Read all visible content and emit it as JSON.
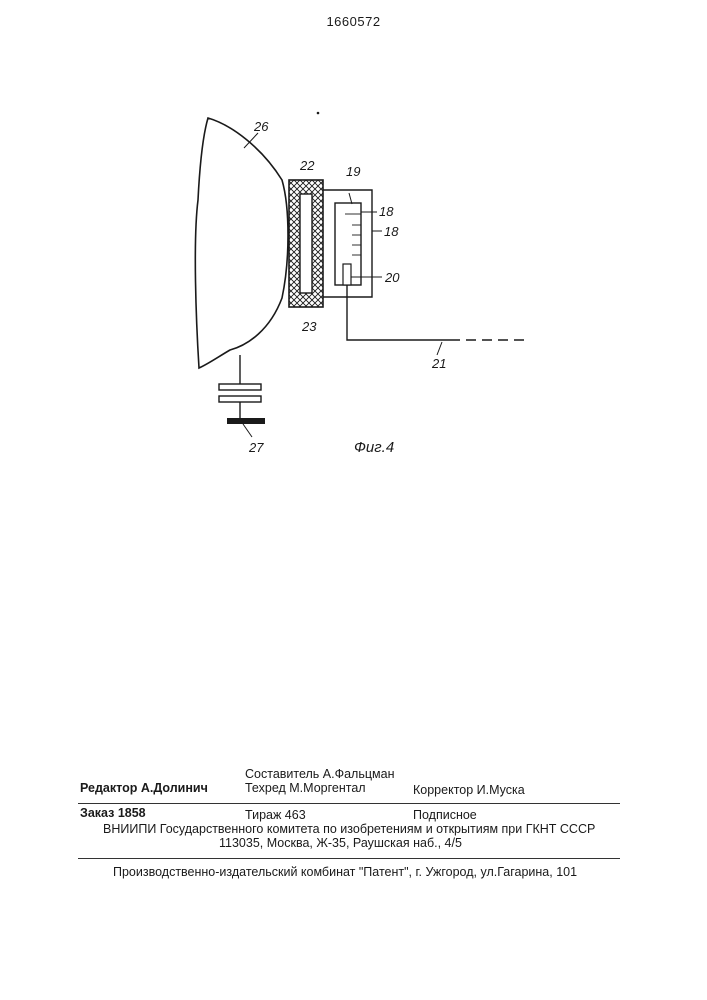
{
  "header": {
    "patent_number": "1660572"
  },
  "figure": {
    "caption": "Фиг.4",
    "labels": {
      "l26": "26",
      "l22": "22",
      "l19": "19",
      "l18a": "18",
      "l18b": "18",
      "l20": "20",
      "l23": "23",
      "l21": "21",
      "l27": "27"
    }
  },
  "imprint": {
    "editor": "Редактор  А.Долинич",
    "compiler": "Составитель  А.Фальцман",
    "techred": "Техред М.Моргентал",
    "corrector": "Корректор  И.Муска",
    "order": "Заказ  1858",
    "circulation": "Тираж 463",
    "subscription": "Подписное",
    "org": "ВНИИПИ Государственного комитета по изобретениям и открытиям при ГКНТ СССР",
    "address": "113035, Москва, Ж-35, Раушская наб., 4/5",
    "publisher": "Производственно-издательский комбинат \"Патент\", г. Ужгород, ул.Гагарина, 101"
  }
}
